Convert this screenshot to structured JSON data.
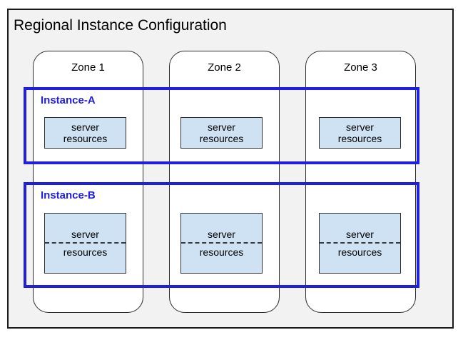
{
  "diagram": {
    "title": "Regional Instance Configuration",
    "zones": [
      {
        "label": "Zone 1"
      },
      {
        "label": "Zone 2"
      },
      {
        "label": "Zone 3"
      }
    ],
    "instances": [
      {
        "label": "Instance-A",
        "border_style": "solid",
        "server_boxes": [
          {
            "line1": "server",
            "line2": "resources",
            "zone": "Zone 1"
          },
          {
            "line1": "server",
            "line2": "resources",
            "zone": "Zone 2"
          },
          {
            "line1": "server",
            "line2": "resources",
            "zone": "Zone 3"
          }
        ]
      },
      {
        "label": "Instance-B",
        "border_style": "solid",
        "divider": "dashed",
        "server_boxes": [
          {
            "line1": "server",
            "line2": "resources",
            "zone": "Zone 1"
          },
          {
            "line1": "server",
            "line2": "resources",
            "zone": "Zone 2"
          },
          {
            "line1": "server",
            "line2": "resources",
            "zone": "Zone 3"
          }
        ]
      }
    ],
    "colors": {
      "region_fill": "#f2f2f2",
      "region_border": "#1a1a1a",
      "zone_fill": "#ffffff",
      "zone_border": "#2e2e2e",
      "instance_accent": "#1f1fe0",
      "server_box_fill": "#cfe2f3",
      "server_box_border": "#2e2e2e",
      "text": "#000000"
    }
  }
}
